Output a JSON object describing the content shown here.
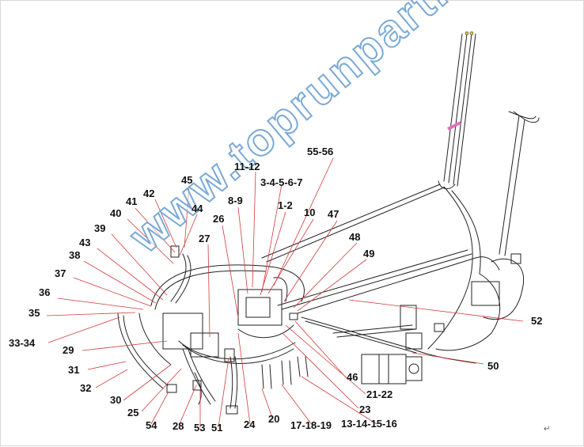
{
  "watermark": "www.toprunpart.com",
  "return_mark": "↵",
  "colors": {
    "line": "#222222",
    "leader": "#d23c3c",
    "watermark": "#7aa9d6",
    "pink_band": "#e070c0"
  },
  "part_labels": [
    {
      "id": "55-56",
      "text": "55-56"
    },
    {
      "id": "11-12",
      "text": "11-12"
    },
    {
      "id": "3-4-5-6-7",
      "text": "3-4-5-6-7"
    },
    {
      "id": "45",
      "text": "45"
    },
    {
      "id": "42",
      "text": "42"
    },
    {
      "id": "8-9",
      "text": "8-9"
    },
    {
      "id": "1-2",
      "text": "1-2"
    },
    {
      "id": "41",
      "text": "41"
    },
    {
      "id": "44",
      "text": "44"
    },
    {
      "id": "10",
      "text": "10"
    },
    {
      "id": "40",
      "text": "40"
    },
    {
      "id": "26",
      "text": "26"
    },
    {
      "id": "47",
      "text": "47"
    },
    {
      "id": "39",
      "text": "39"
    },
    {
      "id": "27",
      "text": "27"
    },
    {
      "id": "48",
      "text": "48"
    },
    {
      "id": "43",
      "text": "43"
    },
    {
      "id": "38",
      "text": "38"
    },
    {
      "id": "49",
      "text": "49"
    },
    {
      "id": "37",
      "text": "37"
    },
    {
      "id": "36",
      "text": "36"
    },
    {
      "id": "35",
      "text": "35"
    },
    {
      "id": "52",
      "text": "52"
    },
    {
      "id": "33-34",
      "text": "33-34"
    },
    {
      "id": "29",
      "text": "29"
    },
    {
      "id": "50",
      "text": "50"
    },
    {
      "id": "31",
      "text": "31"
    },
    {
      "id": "46",
      "text": "46"
    },
    {
      "id": "32",
      "text": "32"
    },
    {
      "id": "21-22",
      "text": "21-22"
    },
    {
      "id": "30",
      "text": "30"
    },
    {
      "id": "23",
      "text": "23"
    },
    {
      "id": "25",
      "text": "25"
    },
    {
      "id": "20",
      "text": "20"
    },
    {
      "id": "54",
      "text": "54"
    },
    {
      "id": "28",
      "text": "28"
    },
    {
      "id": "53",
      "text": "53"
    },
    {
      "id": "51",
      "text": "51"
    },
    {
      "id": "24",
      "text": "24"
    },
    {
      "id": "17-18-19",
      "text": "17-18-19"
    },
    {
      "id": "13-14-15-16",
      "text": "13-14-15-16"
    }
  ]
}
